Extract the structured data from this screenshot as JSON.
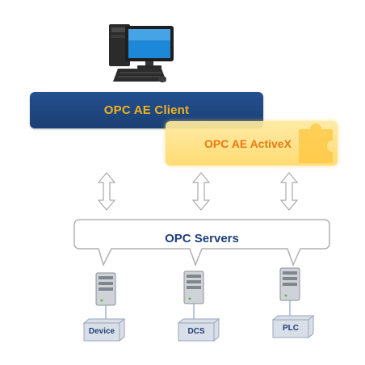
{
  "client": {
    "label": "OPC AE Client"
  },
  "activex": {
    "label": "OPC AE ActiveX"
  },
  "servers": {
    "label": "OPC Servers"
  },
  "devices": [
    {
      "label": "Device"
    },
    {
      "label": "DCS"
    },
    {
      "label": "PLC"
    }
  ],
  "colors": {
    "client_bar": "#1f4682",
    "client_text": "#f2b21a",
    "activex_bar": "#ffdf7a",
    "activex_text": "#e87a12",
    "servers_text": "#1f3e78"
  }
}
